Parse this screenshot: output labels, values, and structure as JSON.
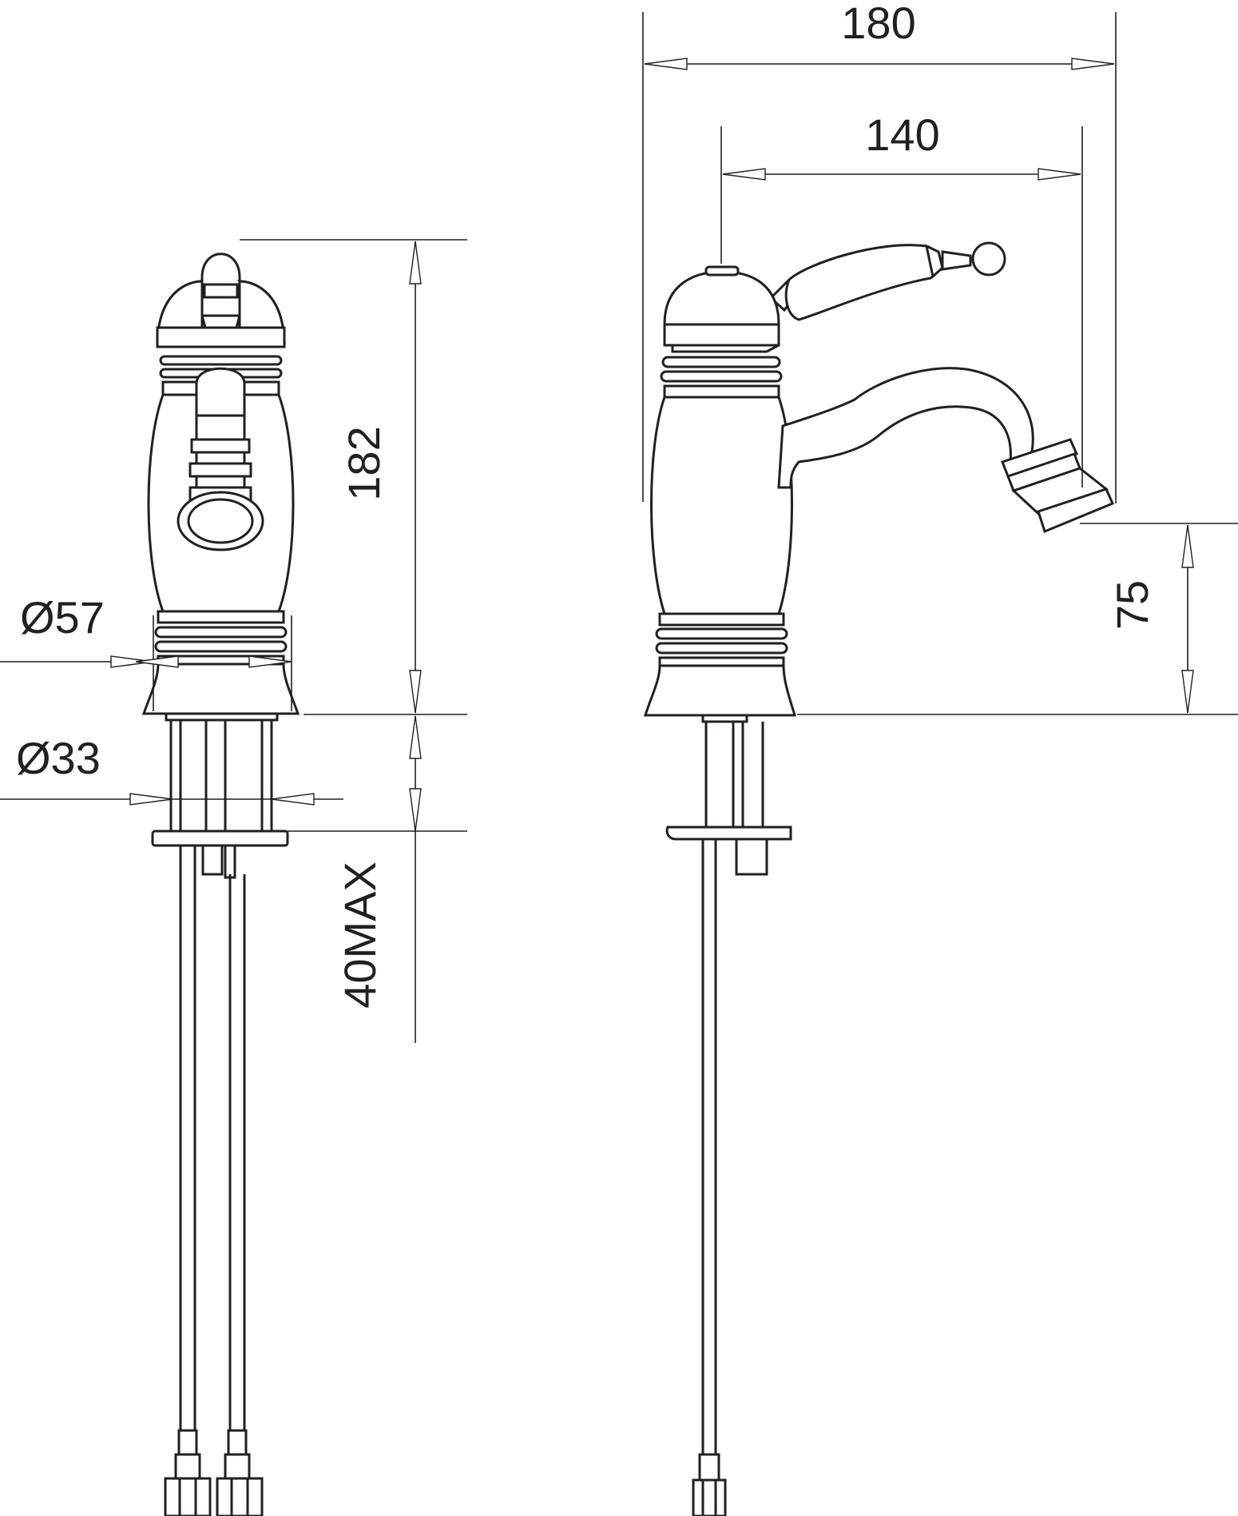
{
  "dimensions": {
    "total_reach": "180",
    "spout_reach": "140",
    "total_height": "182",
    "spout_height": "75",
    "body_diameter": "Ø57",
    "shank_diameter": "Ø33",
    "max_deck_thickness": "40MAX"
  },
  "colors": {
    "line": "#231f20",
    "background": "#ffffff"
  }
}
